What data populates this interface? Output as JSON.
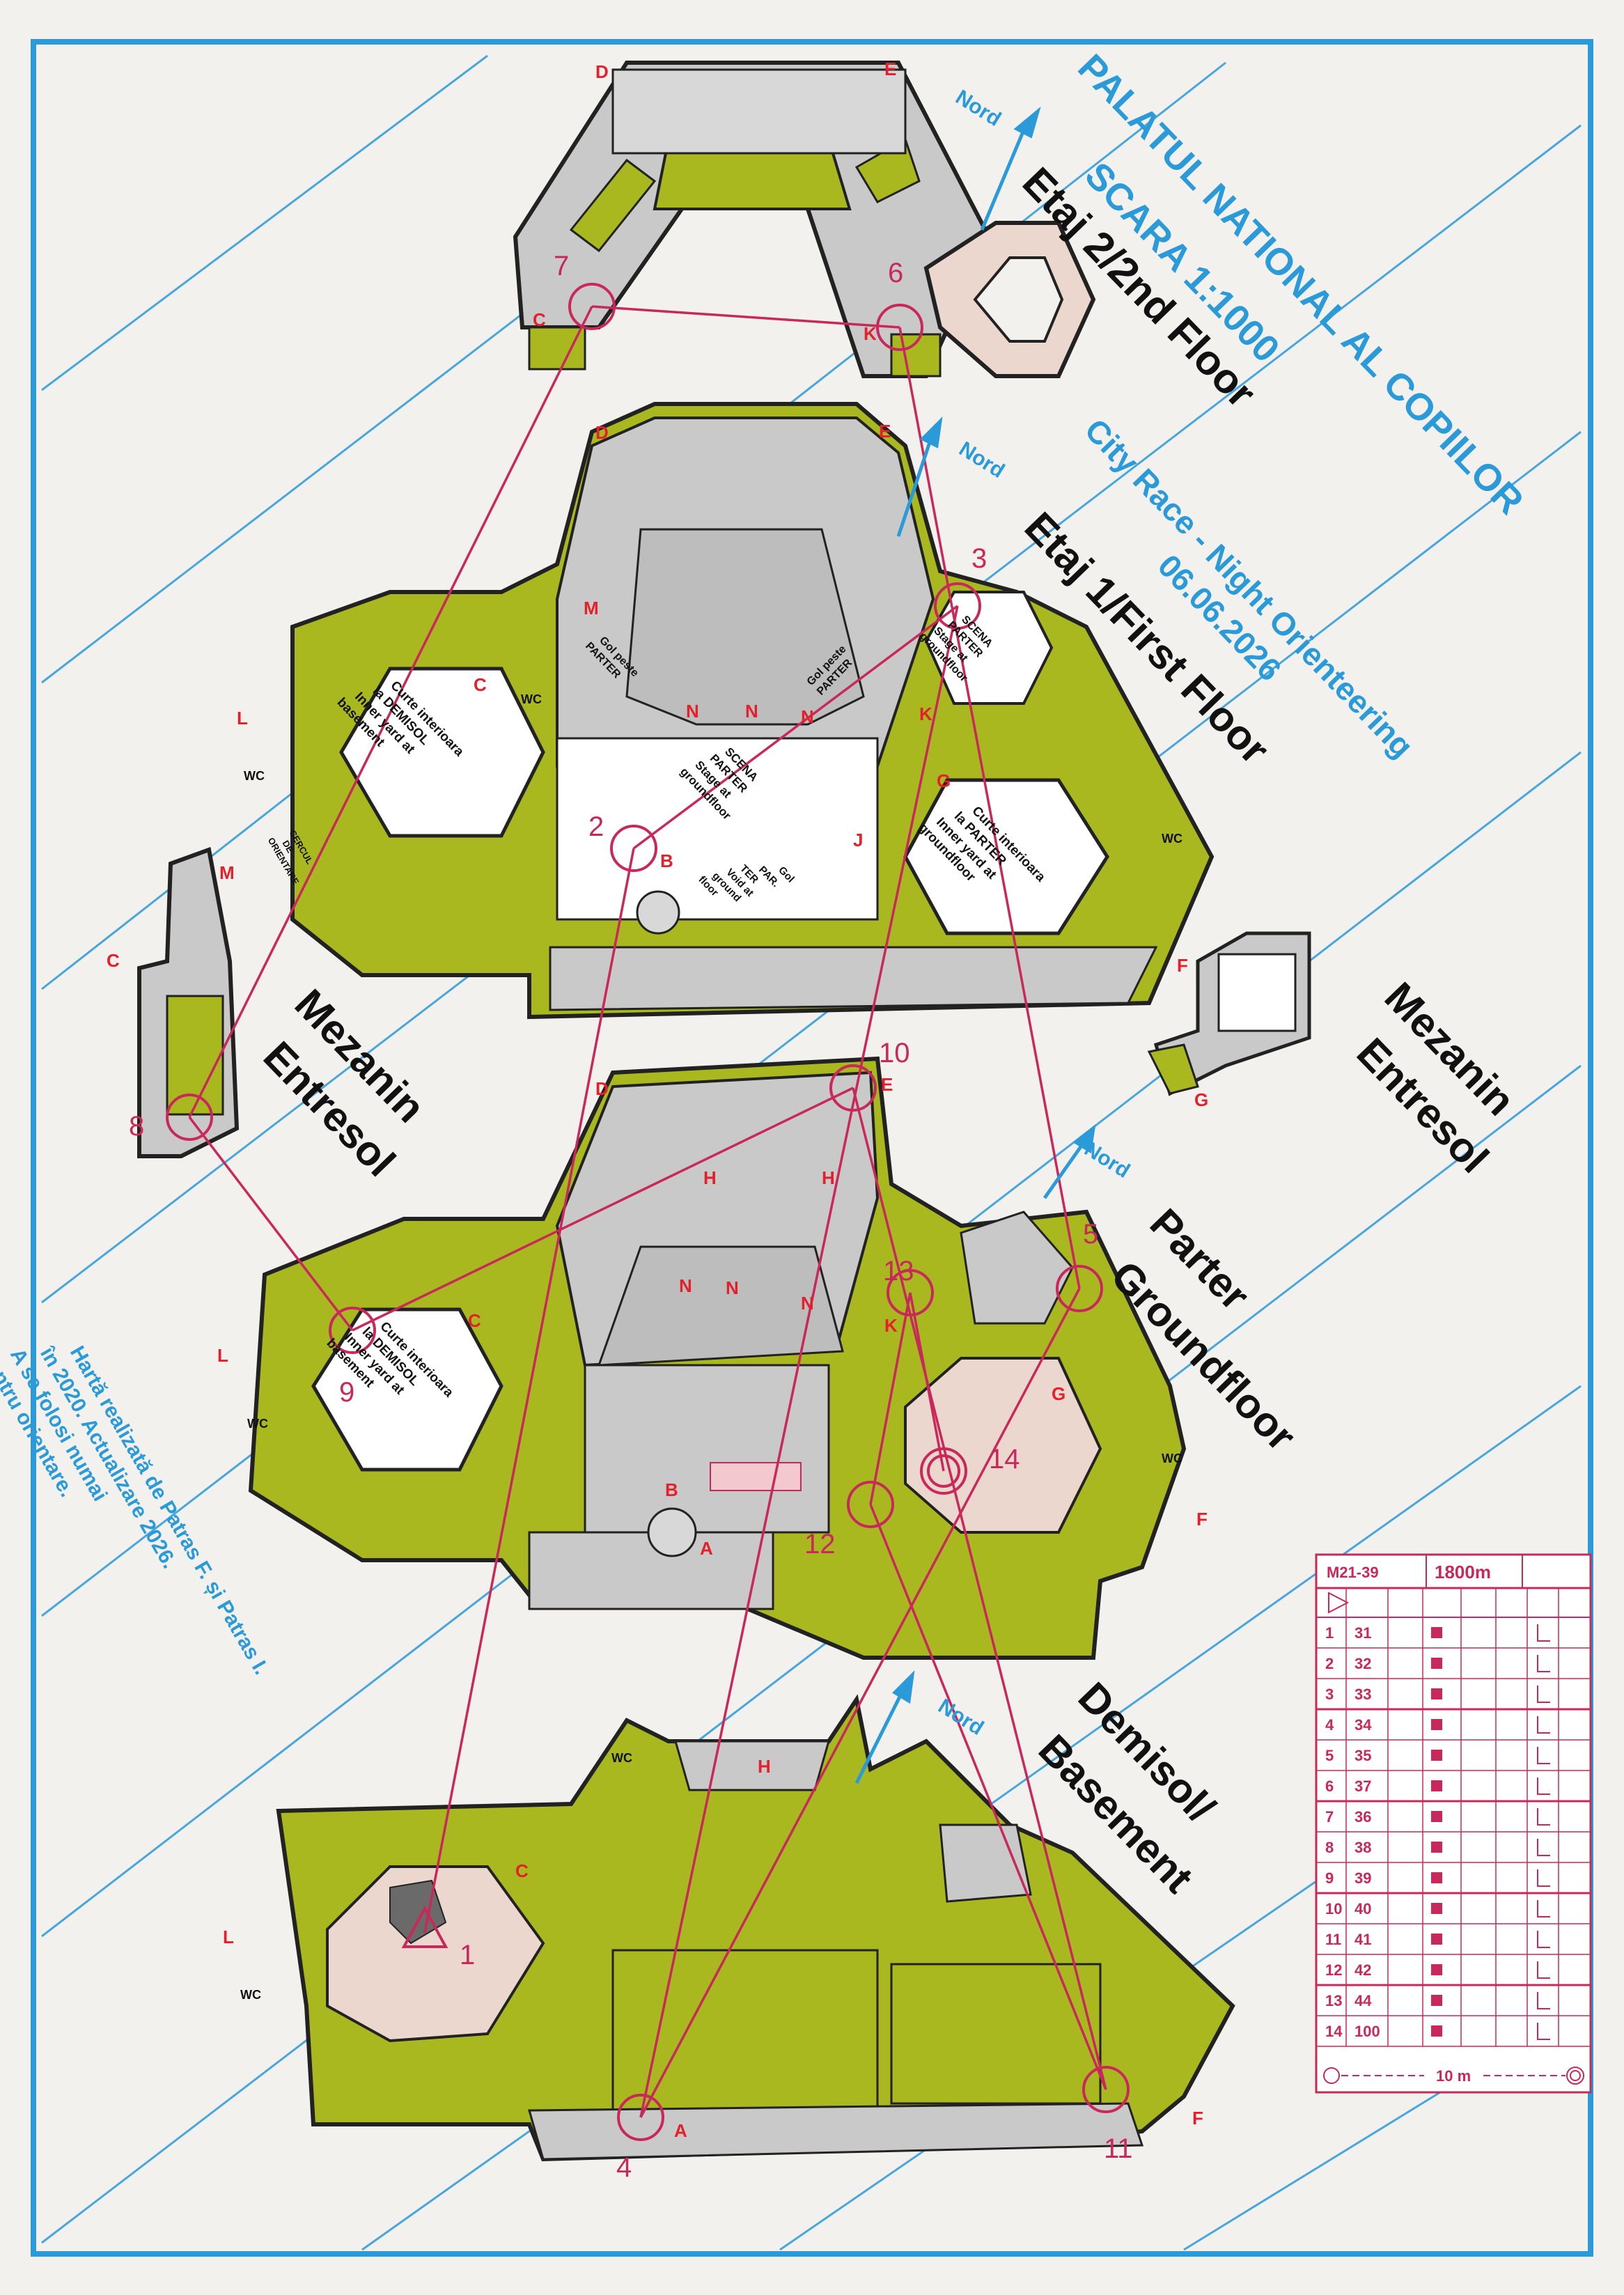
{
  "title": {
    "line1": "PALATUL NATIONAL AL COPIILOR",
    "line2": "SCARA 1:1000",
    "line3": "City Race - Night Orienteering",
    "line4": "06.06.2026"
  },
  "colors": {
    "building": "#aab820",
    "corridor": "#c9c9c9",
    "paper": "#f3f1ee",
    "border": "#2a9ad8",
    "course": "#c8285a",
    "door_letters": "#e4202a",
    "yard": "#ffffff",
    "stage": "#ecd7cf"
  },
  "north_label": "Nord",
  "floors": {
    "etaj2": {
      "name_line1": "Etaj 2/2nd Floor"
    },
    "etaj1": {
      "name_line1": "Etaj 1/First Floor"
    },
    "mezanin_left": {
      "name_line1": "Mezanin",
      "name_line2": "Entresol"
    },
    "mezanin_right": {
      "name_line1": "Mezanin",
      "name_line2": "Entresol"
    },
    "parter": {
      "name_line1": "Parter",
      "name_line2": "Groundfloor"
    },
    "demisol": {
      "name_line1": "Demisol/",
      "name_line2": "Basement"
    }
  },
  "yards": {
    "etaj1_left": [
      "Curte interioara",
      "la DEMISOL",
      "Inner yard at",
      "basement"
    ],
    "etaj1_right": [
      "Curte interioara",
      "la PARTER",
      "Inner yard at",
      "groundfloor"
    ],
    "parter_left": [
      "Curte interioara",
      "la DEMISOL",
      "Inner yard at",
      "basement"
    ]
  },
  "etaj1_labels": {
    "scena_center": [
      "SCENA",
      "PARTER",
      "Stage at",
      "groundfloor"
    ],
    "scena_right": [
      "SCENA",
      "PARTER",
      "Stage at",
      "groundfloor"
    ],
    "gol_left": [
      "Gol peste",
      "PARTER"
    ],
    "gol_right": [
      "Gol peste",
      "PARTER"
    ],
    "void": [
      "Gol",
      "PAR.",
      "TER",
      "Void at",
      "ground",
      "floor"
    ],
    "cercul": [
      "CERCUL",
      "DE",
      "ORIENTARE"
    ]
  },
  "wc_label": "WC",
  "note": [
    "Hartă realizată de Patras F. și Patras I.",
    "în 2020. Actualizare 2026.",
    "A se folosi numai",
    "pentru orientare."
  ],
  "controls": [
    "1",
    "2",
    "3",
    "4",
    "5",
    "6",
    "7",
    "8",
    "9",
    "10",
    "11",
    "12",
    "13",
    "14"
  ],
  "control_description": {
    "category": "M21-39",
    "length": "1800m",
    "rows": [
      {
        "n": "1",
        "code": "31"
      },
      {
        "n": "2",
        "code": "32"
      },
      {
        "n": "3",
        "code": "33"
      },
      {
        "n": "4",
        "code": "34"
      },
      {
        "n": "5",
        "code": "35"
      },
      {
        "n": "6",
        "code": "37"
      },
      {
        "n": "7",
        "code": "36"
      },
      {
        "n": "8",
        "code": "38"
      },
      {
        "n": "9",
        "code": "39"
      },
      {
        "n": "10",
        "code": "40"
      },
      {
        "n": "11",
        "code": "41"
      },
      {
        "n": "12",
        "code": "42"
      },
      {
        "n": "13",
        "code": "44"
      },
      {
        "n": "14",
        "code": "100"
      }
    ],
    "finish": "10 m"
  }
}
